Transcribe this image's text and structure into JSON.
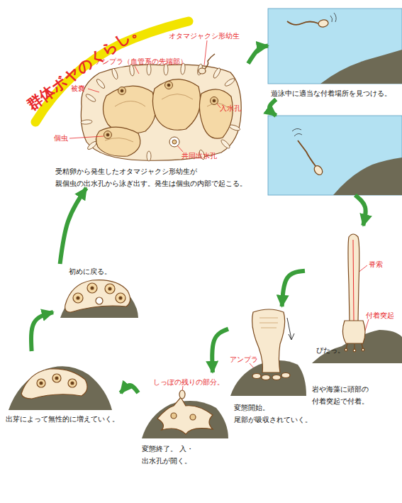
{
  "diagram": {
    "title": "群体ボヤのくらし。",
    "nodes": [
      {
        "text": [
          "受精卵から発生したオタマジャクシ形幼生が 親個虫の出水孔から泳ぎ出す。発生は個虫の内部で起こる。"
        ]
      },
      {
        "text": [
          "遊泳中に適当な付着場所を見つける。"
        ]
      },
      {
        "text": []
      },
      {
        "text": [
          "岩や海藻に頭部の 付着突起で付着。"
        ]
      },
      {
        "text": [
          "変態開始。 尾部が吸収されていく。"
        ]
      },
      {
        "text": [
          "変態終了。 入・出水孔が開く。"
        ]
      },
      {
        "text": [
          "出芽によって無性的に増えていく。"
        ]
      },
      {
        "text": [
          "初めに戻る。"
        ]
      }
    ],
    "edges": [
      {
        "from": 0,
        "to": 1,
        "arrow": "to"
      },
      {
        "from": 1,
        "to": 2,
        "arrow": "to"
      },
      {
        "from": 2,
        "to": 3,
        "arrow": "to"
      },
      {
        "from": 3,
        "to": 4,
        "arrow": "to"
      },
      {
        "from": 4,
        "to": 5,
        "arrow": "to"
      },
      {
        "from": 5,
        "to": 6,
        "arrow": "to"
      },
      {
        "from": 6,
        "to": 7,
        "arrow": "to"
      },
      {
        "from": 7,
        "to": 0,
        "arrow": "to"
      }
    ],
    "labels": [
      "オタマジャクシ形幼生",
      "アンプラ（血管系の先端部）",
      "被嚢",
      "入水孔",
      "個虫",
      "共同出水孔",
      "脊索",
      "付着突起",
      "ぴたっ。",
      "アンプラ",
      "しっぽの残りの部分。"
    ]
  }
}
